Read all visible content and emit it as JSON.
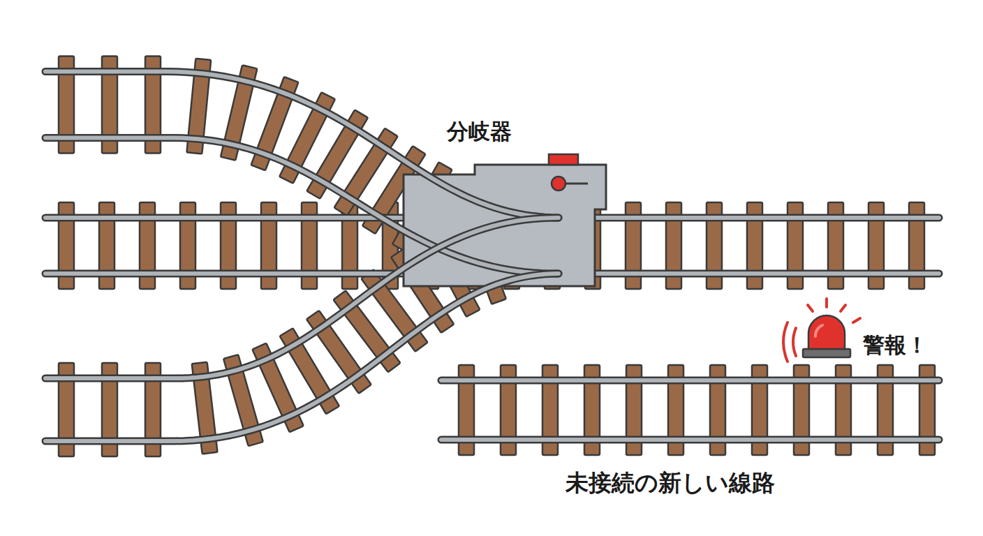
{
  "diagram": {
    "labels": [
      "分岐器",
      "警報！",
      "未接続の新しい線路"
    ]
  }
}
